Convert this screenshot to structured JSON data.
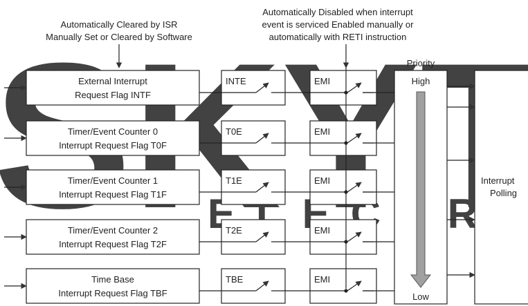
{
  "annotations": {
    "isr_top": "Automatically Cleared by ISR",
    "isr_bottom": "Manually Set or Cleared by Software",
    "emi_line1": "Automatically Disabled when interrupt",
    "emi_line2": "event is serviced Enabled manually or",
    "emi_line3": "automatically with RETI instruction"
  },
  "interrupt_sources": [
    {
      "line1": "External Interrupt",
      "line2": "Request Flag INTF",
      "enable": "INTE",
      "master": "EMI"
    },
    {
      "line1": "Timer/Event Counter 0",
      "line2": "Interrupt Request Flag T0F",
      "enable": "T0E",
      "master": "EMI"
    },
    {
      "line1": "Timer/Event Counter 1",
      "line2": "Interrupt Request Flag T1F",
      "enable": "T1E",
      "master": "EMI"
    },
    {
      "line1": "Timer/Event Counter 2",
      "line2": "Interrupt Request Flag T2F",
      "enable": "T2E",
      "master": "EMI"
    },
    {
      "line1": "Time Base",
      "line2": "Interrupt Request Flag TBF",
      "enable": "TBE",
      "master": "EMI"
    }
  ],
  "priority": {
    "label": "Priority",
    "high": "High",
    "low": "Low"
  },
  "polling": {
    "line1": "Interrupt",
    "line2": "Polling"
  },
  "watermark": {
    "big": "SKYTE",
    "small": "ELECTRO"
  },
  "colors": {
    "watermark_red": "#e8334f",
    "watermark_gray": "#9a9a9a",
    "line": "#222222",
    "arrow_fill": "#9a9a9a"
  }
}
